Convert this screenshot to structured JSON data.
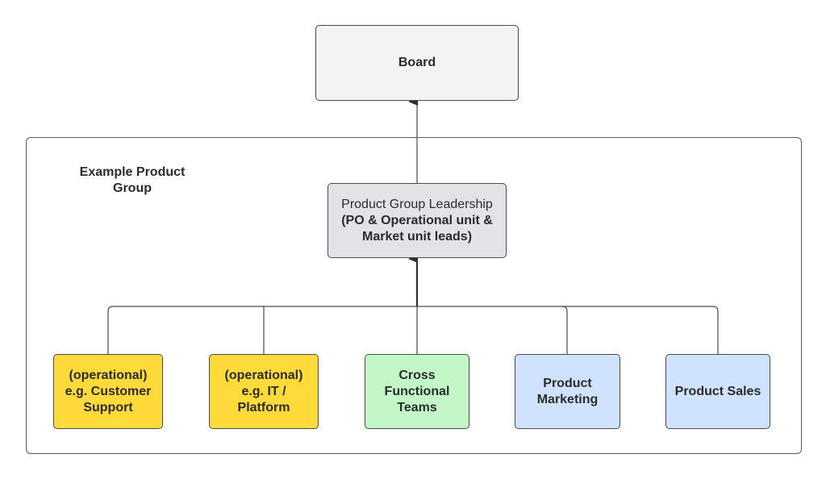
{
  "board": {
    "label": "Board",
    "fill": "#f3f3f5"
  },
  "group": {
    "label_line1": "Example Product",
    "label_line2": "Group"
  },
  "leadership": {
    "title": "Product Group Leadership",
    "subtitle_line1": "(PO & Operational unit &",
    "subtitle_line2": "Market unit leads)",
    "fill": "#e2e3e7"
  },
  "units": [
    {
      "lines": [
        "(operational)",
        "e.g. Customer",
        "Support"
      ],
      "fill": "#fedb3b"
    },
    {
      "lines": [
        "(operational)",
        "e.g. IT /",
        "Platform"
      ],
      "fill": "#fedb3b"
    },
    {
      "lines": [
        "Cross",
        "Functional",
        "Teams"
      ],
      "fill": "#c3f7c8"
    },
    {
      "lines": [
        "Product",
        "Marketing"
      ],
      "fill": "#cfe3fe"
    },
    {
      "lines": [
        "Product Sales"
      ],
      "fill": "#cfe3fe"
    }
  ],
  "colors": {
    "stroke": "#4a4a4a",
    "operational": "#fedb3b",
    "cross_functional": "#c3f7c8",
    "market": "#cfe3fe"
  }
}
